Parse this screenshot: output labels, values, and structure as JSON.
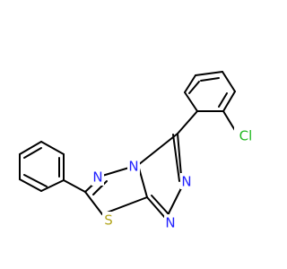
{
  "molecule": {
    "atoms": [
      {
        "symbol": "Cl",
        "color": "#1fb81f"
      },
      {
        "symbol": "N",
        "color": "#1f1fff"
      },
      {
        "symbol": "N",
        "color": "#1f1fff"
      },
      {
        "symbol": "N",
        "color": "#1f1fff"
      },
      {
        "symbol": "N",
        "color": "#1f1fff"
      },
      {
        "symbol": "S",
        "color": "#b3a61f"
      }
    ],
    "bond_color": "#000000",
    "background": "#ffffff"
  }
}
